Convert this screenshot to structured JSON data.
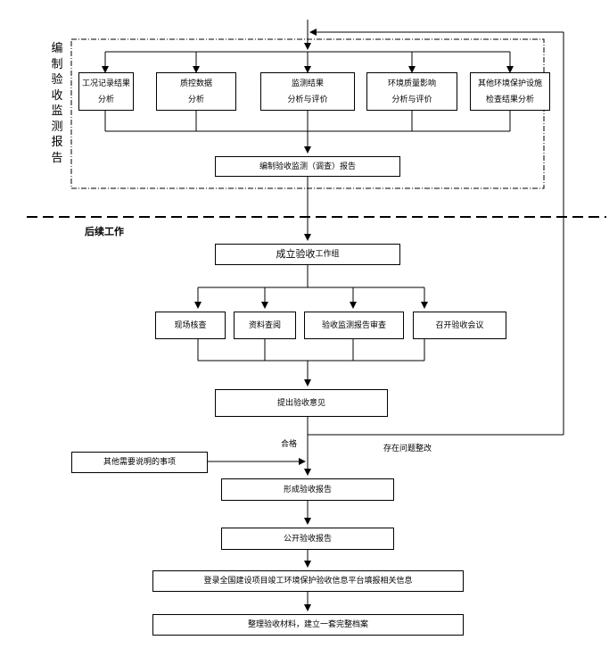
{
  "side_label": [
    "编",
    "制",
    "验",
    "收",
    "监",
    "测",
    "报",
    "告"
  ],
  "section_title": "后续工作",
  "analysis": [
    {
      "l1": "工况记录结果",
      "l2": "分析"
    },
    {
      "l1": "质控数据",
      "l2": "分析"
    },
    {
      "l1": "监测结果",
      "l2": "分析与评价"
    },
    {
      "l1": "环境质量影响",
      "l2": "分析与评价"
    },
    {
      "l1": "其他环境保护设施",
      "l2": "检查结果分析"
    }
  ],
  "compile_report": "编制验收监测（调查）报告",
  "setup_group": {
    "main": "成立验收",
    "small": "工作组"
  },
  "checks": [
    "现场核查",
    "资料查阅",
    "验收监测报告审查",
    "召开验收会议"
  ],
  "opinion": "提出验收意见",
  "qualified_label": "合格",
  "problem_label": "存在问题整改",
  "other_matters": "其他需要说明的事项",
  "form_report": "形成验收报告",
  "publish_report": "公开验收报告",
  "register": "登录全国建设项目竣工环境保护验收信息平台填报相关信息",
  "archive": "整理验收材料，建立一套完整档案"
}
